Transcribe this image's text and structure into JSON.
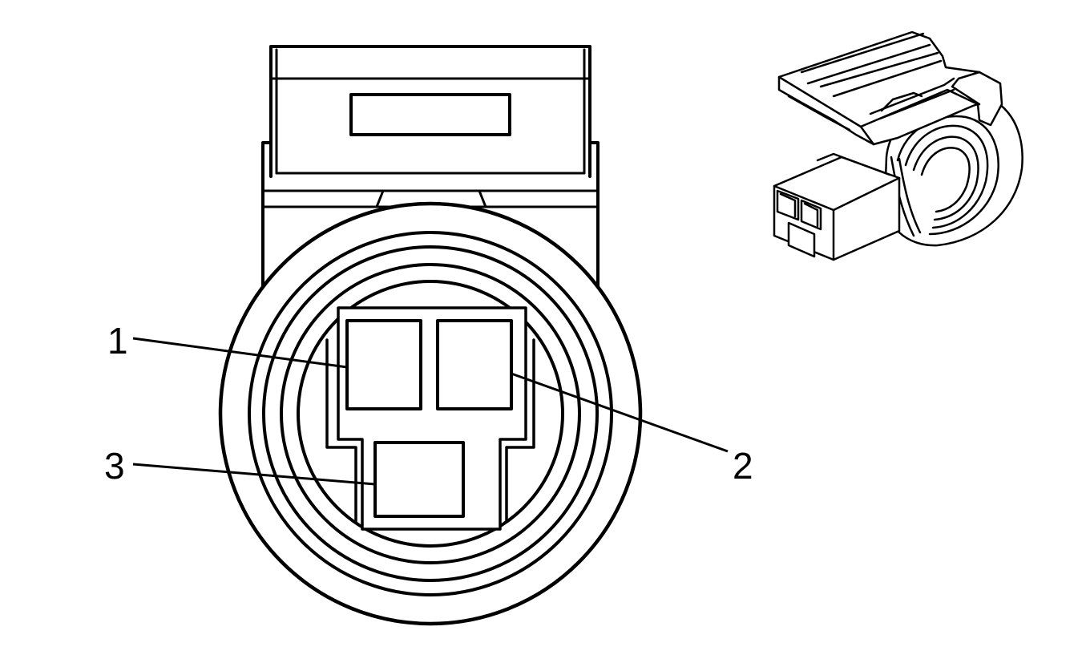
{
  "diagram": {
    "callouts": [
      {
        "id": "pin-1",
        "label": "1"
      },
      {
        "id": "pin-2",
        "label": "2"
      },
      {
        "id": "pin-3",
        "label": "3"
      }
    ]
  },
  "colors": {
    "line": "#000000",
    "background": "#ffffff"
  }
}
